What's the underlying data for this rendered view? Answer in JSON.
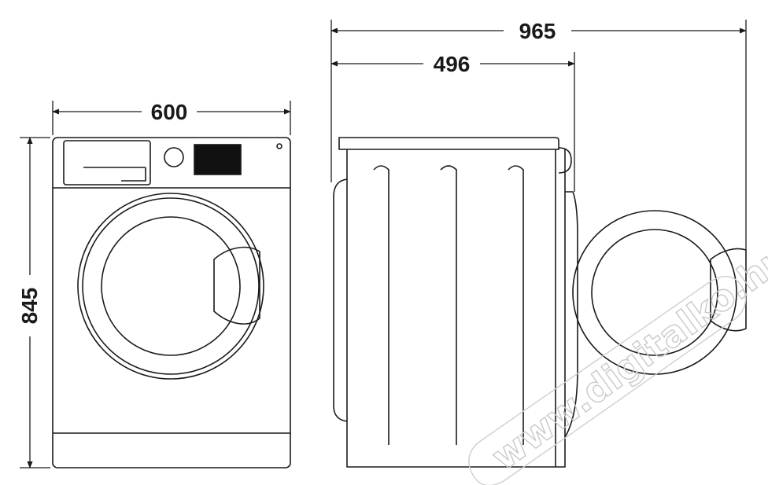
{
  "dimensions": {
    "total_depth": "965",
    "body_depth": "496",
    "width": "600",
    "height": "845"
  },
  "watermark": {
    "text": "www.digitalko.hu"
  },
  "colors": {
    "line": "#1a1a1a",
    "watermark": "#c9c9c9",
    "background": "#ffffff"
  }
}
